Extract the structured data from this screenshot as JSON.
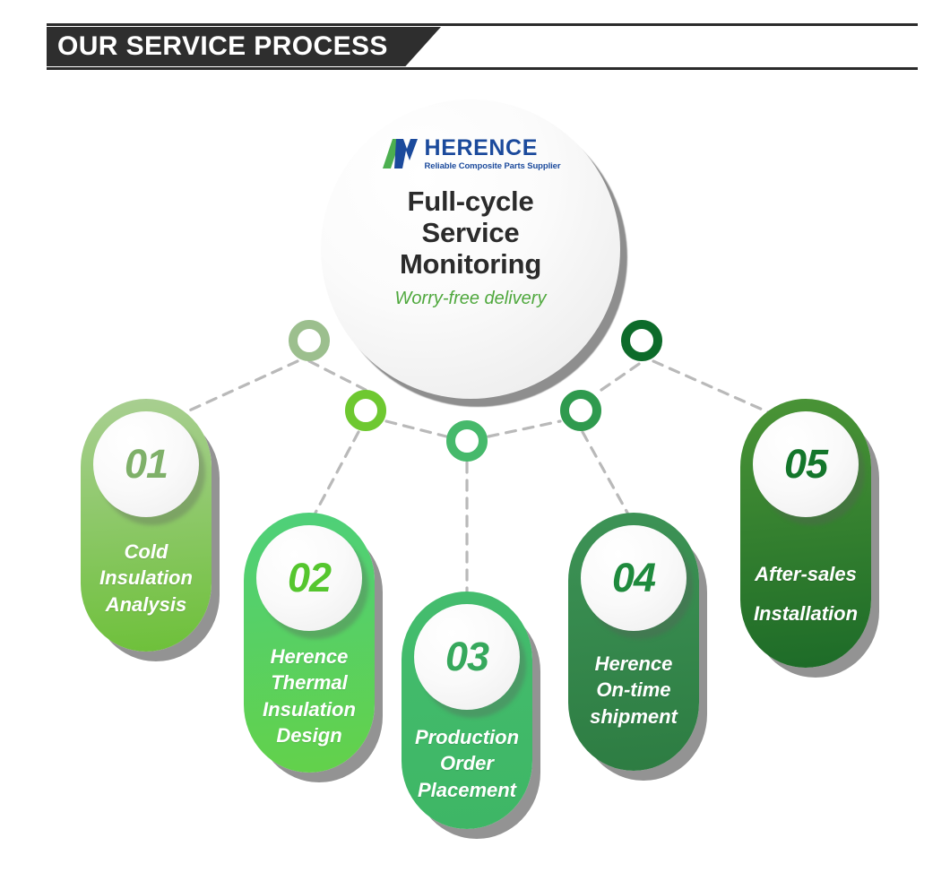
{
  "header": {
    "title": "OUR SERVICE PROCESS",
    "band_color": "#2e2e2e",
    "text_color": "#ffffff"
  },
  "hero": {
    "logo": {
      "icon": "herence-logo-mark",
      "word": "HERENCE",
      "tagline": "Reliable Composite Parts Supplier",
      "word_color": "#1b4a9c",
      "mark_green": "#4caf50",
      "mark_blue": "#1b4a9c"
    },
    "heading": "Full-cycle\nService\nMonitoring",
    "heading_line1": "Full-cycle",
    "heading_line2": "Service",
    "heading_line3": "Monitoring",
    "subtitle": "Worry-free delivery",
    "subtitle_color": "#4fa83d",
    "heading_color": "#2b2b2b"
  },
  "connectors": {
    "style": "dashed",
    "color": "#b9b9b9"
  },
  "steps": [
    {
      "number": "01",
      "label": "Cold\nInsulation\nAnalysis",
      "label_lines": [
        "Cold",
        "Insulation",
        "Analysis"
      ],
      "color_top": "#a9cf92",
      "color_bottom": "#6dc039",
      "ring_color": "#9cbf8e",
      "number_color": "#7fb069"
    },
    {
      "number": "02",
      "label": "Herence\nThermal\nInsulation\nDesign",
      "label_lines": [
        "Herence",
        "Thermal",
        "Insulation",
        "Design"
      ],
      "color_top": "#4ed07a",
      "color_bottom": "#63d14a",
      "ring_color": "#6ec830",
      "number_color": "#55c62e"
    },
    {
      "number": "03",
      "label": "Production\nOrder\nPlacement",
      "label_lines": [
        "Production",
        "Order",
        "Placement"
      ],
      "color_top": "#44bd6e",
      "color_bottom": "#3eb665",
      "ring_color": "#46b96b",
      "number_color": "#36a85c"
    },
    {
      "number": "04",
      "label": "Herence\nOn-time\nshipment",
      "label_lines": [
        "Herence",
        "On-time",
        "shipment"
      ],
      "color_top": "#3d9356",
      "color_bottom": "#2d7c42",
      "ring_color": "#2f9a4e",
      "number_color": "#1f8a3d"
    },
    {
      "number": "05",
      "label": "After-sales\nInstallation",
      "label_lines": [
        "After-sales",
        "Installation"
      ],
      "color_top": "#4a9436",
      "color_bottom": "#1d6b28",
      "ring_color": "#0d6b2a",
      "number_color": "#14762b"
    }
  ]
}
